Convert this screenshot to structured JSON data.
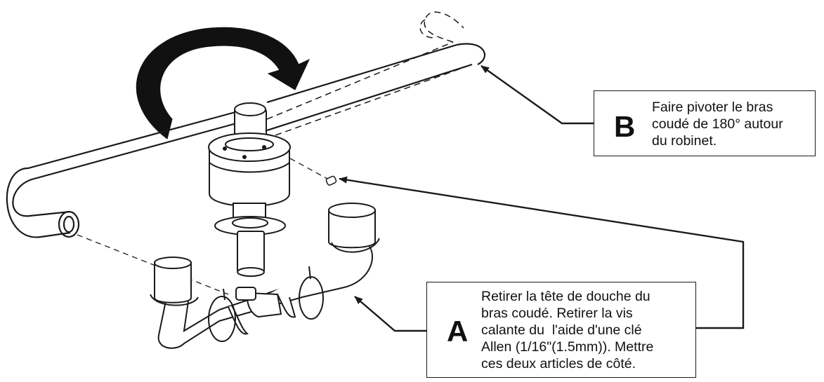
{
  "callouts": {
    "b": {
      "letter": "B",
      "lines": [
        "Faire pivoter le bras",
        "coudé de 180° autour",
        "du robinet."
      ]
    },
    "a": {
      "letter": "A",
      "lines": [
        "Retirer la tête de douche du",
        "bras coudé. Retirer la vis",
        "calante du  l'aide d'une clé",
        "Allen (1/16\"(1.5mm)). Mettre",
        "ces deux articles de côté."
      ]
    }
  },
  "colors": {
    "ink": "#1a1a1a",
    "background": "#ffffff"
  },
  "icons": [
    "rotation-arrow-icon",
    "leader-arrow-icon"
  ]
}
